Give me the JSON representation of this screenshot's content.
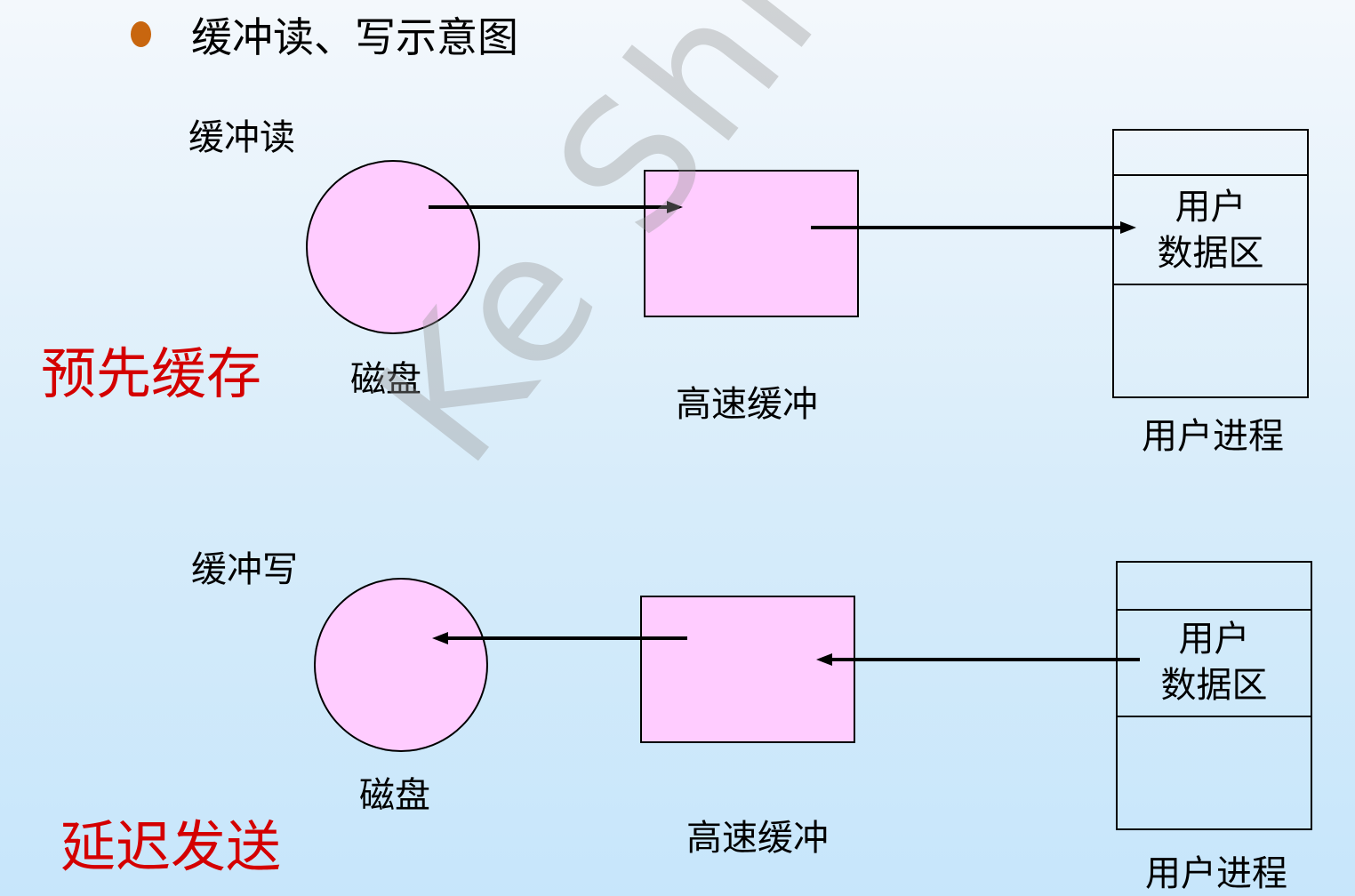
{
  "title": "缓冲读、写示意图",
  "watermark": "Ke Shi HUST",
  "read": {
    "heading": "缓冲读",
    "tag": "预先缓存",
    "disk_label": "磁盘",
    "buffer_label": "高速缓冲",
    "user_data_line1": "用户",
    "user_data_line2": "数据区",
    "process_label": "用户进程"
  },
  "write": {
    "heading": "缓冲写",
    "tag": "延迟发送",
    "disk_label": "磁盘",
    "buffer_label": "高速缓冲",
    "user_data_line1": "用户",
    "user_data_line2": "数据区",
    "process_label": "用户进程"
  },
  "colors": {
    "bullet": "#c8660f",
    "tag_red": "#d40000",
    "shape_fill": "#ffccff"
  }
}
